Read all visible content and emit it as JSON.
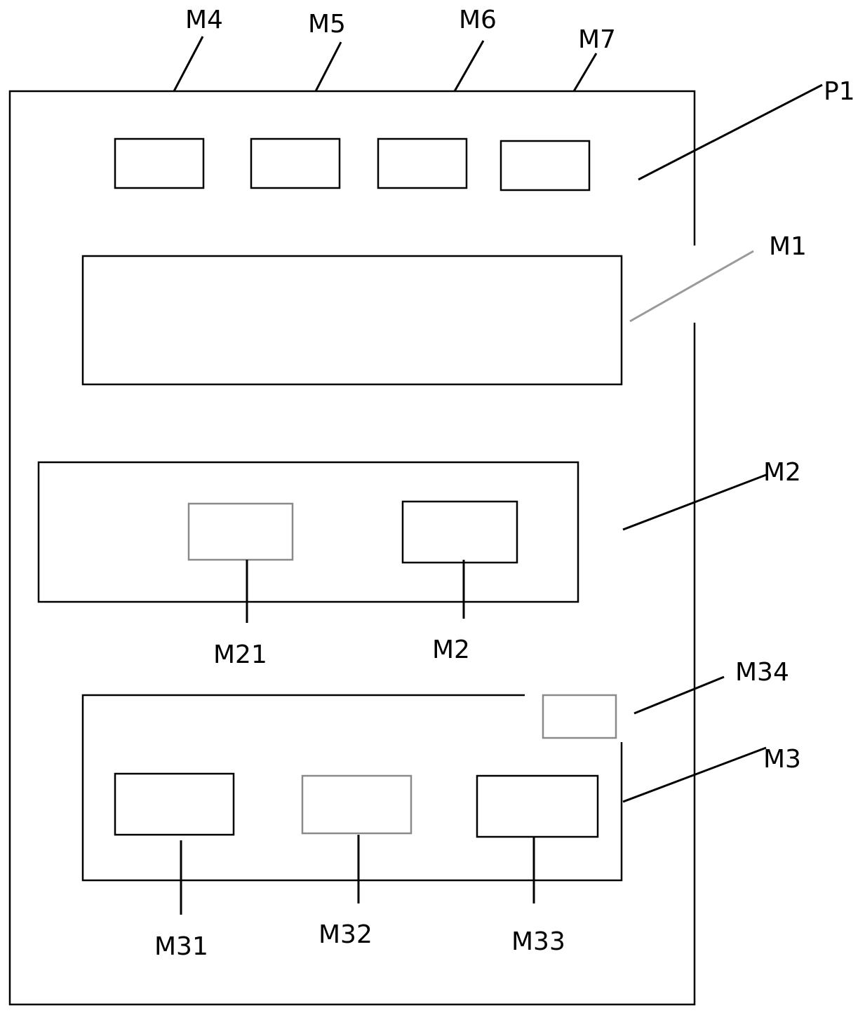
{
  "labels": {
    "m4": "M4",
    "m5": "M5",
    "m6": "M6",
    "m7": "M7",
    "p1": "P1",
    "m1": "M1",
    "m2_outer": "M2",
    "m21": "M21",
    "m2_inner": "M2",
    "m34": "M34",
    "m3": "M3",
    "m31": "M31",
    "m32": "M32",
    "m33": "M33"
  },
  "colors": {
    "line": "#000000",
    "gray_box": "#8a8a8a",
    "m1_leader": "#9a9a9a",
    "background": "#ffffff"
  }
}
